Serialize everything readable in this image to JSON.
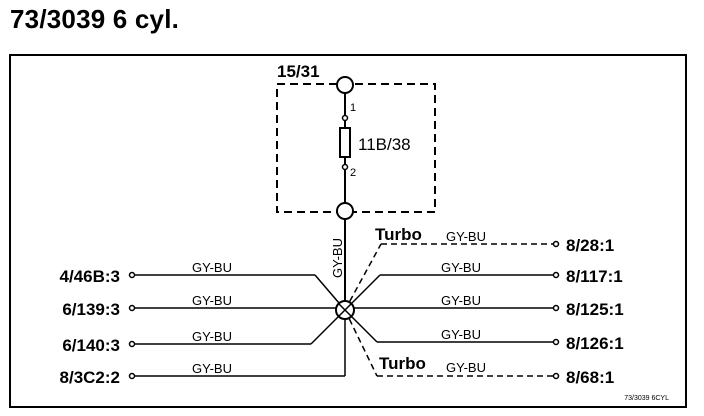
{
  "title": "73/3039 6 cyl.",
  "relay": {
    "terminal": "15/31",
    "component": "11B/38",
    "pin_top": "1",
    "pin_bottom": "2"
  },
  "trunk_wire": "GY-BU",
  "left_connectors": [
    {
      "id": "4/46B:3",
      "wire": "GY-BU"
    },
    {
      "id": "6/139:3",
      "wire": "GY-BU"
    },
    {
      "id": "6/140:3",
      "wire": "GY-BU"
    },
    {
      "id": "8/3C2:2",
      "wire": "GY-BU"
    }
  ],
  "right_connectors": [
    {
      "id": "8/28:1",
      "wire": "GY-BU",
      "option": "Turbo"
    },
    {
      "id": "8/117:1",
      "wire": "GY-BU"
    },
    {
      "id": "8/125:1",
      "wire": "GY-BU"
    },
    {
      "id": "8/126:1",
      "wire": "GY-BU"
    },
    {
      "id": "8/68:1",
      "wire": "GY-BU",
      "option": "Turbo"
    }
  ],
  "footer_code": "73/3039 6CYL"
}
